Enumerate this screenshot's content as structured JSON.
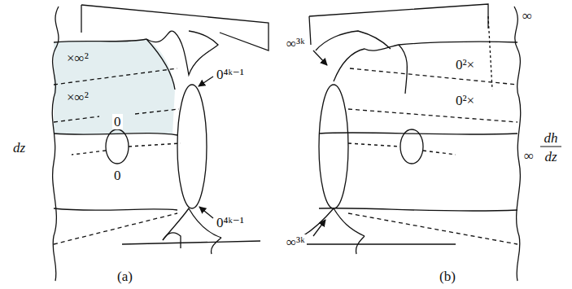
{
  "diagram": {
    "labels": [
      "dz",
      "×∞²",
      "×∞²",
      "0",
      "0",
      "0⁴ᵏ⁻¹",
      "0⁴ᵏ⁻¹",
      "(a)",
      "∞³ᵏ",
      "∞³ᵏ",
      "0²×",
      "0²×",
      "∞",
      "∞",
      "dh",
      "dz",
      "(b)"
    ]
  }
}
